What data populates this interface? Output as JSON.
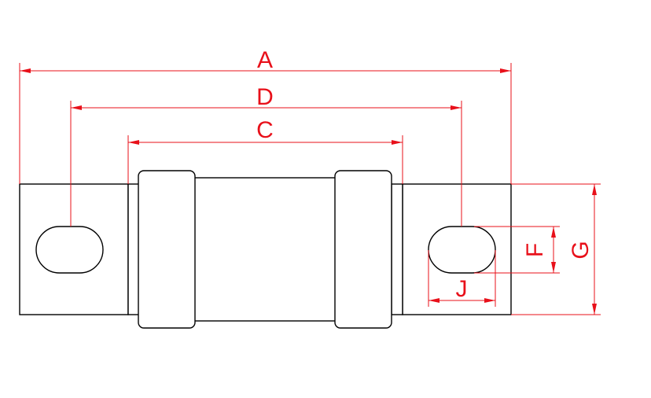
{
  "diagram": {
    "colors": {
      "outline": "#000000",
      "dimension": "#e8101a",
      "background": "#ffffff"
    },
    "labels": {
      "A": "A",
      "D": "D",
      "C": "C",
      "F": "F",
      "G": "G",
      "J": "J"
    }
  }
}
